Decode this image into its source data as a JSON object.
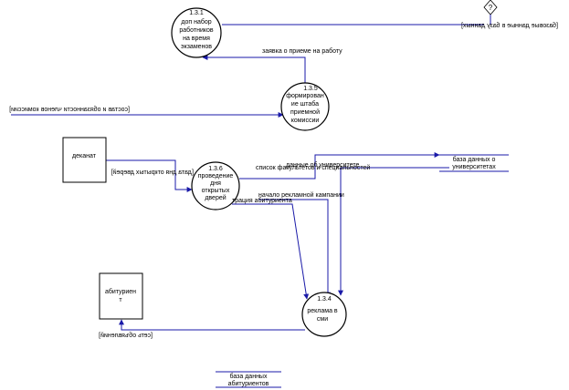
{
  "processes": {
    "p131": {
      "id": "1.3.1",
      "lines": [
        "доп набор",
        "работников",
        "на время",
        "экзаменов"
      ]
    },
    "p135": {
      "id": "1.3.5",
      "lines": [
        "формирован",
        "ие штаба",
        "приемной",
        "комиссии"
      ]
    },
    "p136": {
      "id": "1.3.6",
      "lines": [
        "проведение",
        "дня",
        "открытых",
        "дверей"
      ]
    },
    "p134": {
      "id": "1.3.4",
      "lines": [
        "реклама в",
        "сми"
      ]
    }
  },
  "entities": {
    "dekanat": {
      "label": "деканат"
    },
    "abiturient": {
      "lines": [
        "абитуриен",
        "т"
      ]
    }
  },
  "stores": {
    "universities": {
      "lines": [
        "база данных о",
        "университетах"
      ]
    },
    "applicants": {
      "lines": [
        "база данных",
        "абитуриентов"
      ]
    }
  },
  "flows": {
    "application": "заявка о приеме на работу",
    "uni_data": "данные об университете",
    "faculty_list": "список факультетов и специальностей",
    "ad_start": "начало рекламной кампании",
    "registration": "трация абитуриента"
  },
  "mirrored": {
    "top_right": "[базовые данные в базу данных]",
    "left_upper": "[состав и обязанности членов комиссии]",
    "left_middle": "[дата дня открытых дверей]",
    "bottom": "[сеть объявлений]"
  }
}
